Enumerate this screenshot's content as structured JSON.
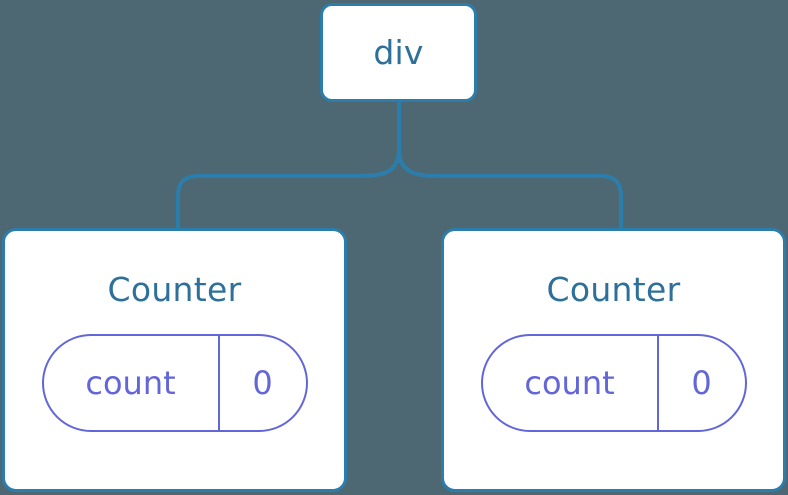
{
  "diagram": {
    "type": "component-tree",
    "background_color": "#4d6872",
    "node_border_color": "#2b7eab",
    "node_fill_color": "#ffffff",
    "node_text_color": "#2e7099",
    "state_color": "#6366d8",
    "connector_color": "#2b7eab"
  },
  "root": {
    "label": "div"
  },
  "children": [
    {
      "label": "Counter",
      "state": {
        "key": "count",
        "value": "0"
      }
    },
    {
      "label": "Counter",
      "state": {
        "key": "count",
        "value": "0"
      }
    }
  ]
}
